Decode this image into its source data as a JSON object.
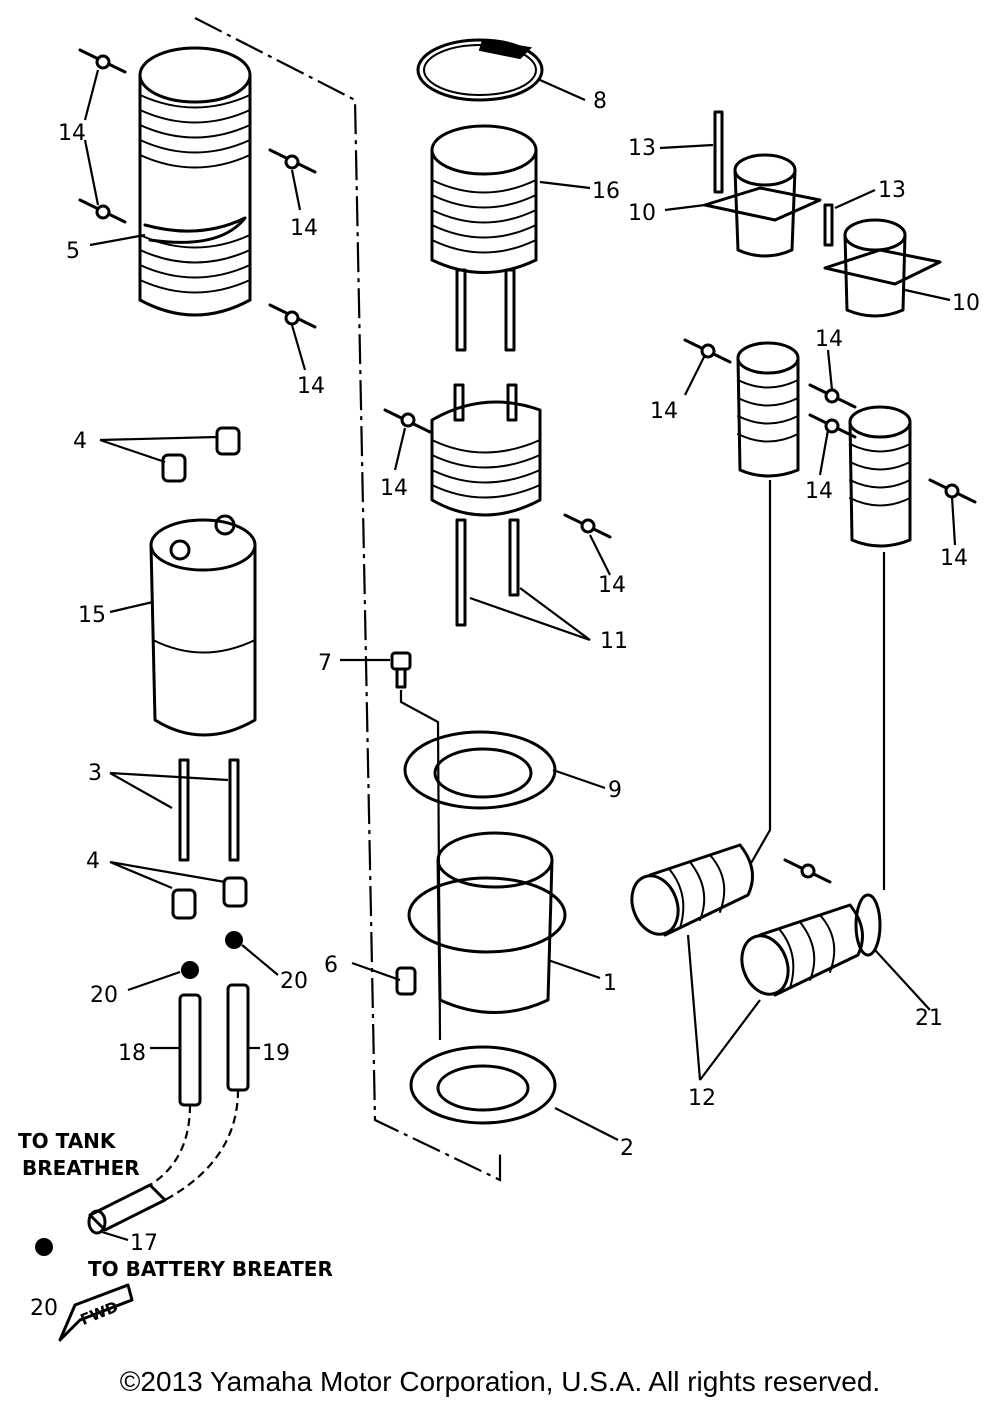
{
  "callouts": [
    {
      "id": "c1",
      "text": "14"
    },
    {
      "id": "c2",
      "text": "14"
    },
    {
      "id": "c3",
      "text": "5"
    },
    {
      "id": "c4",
      "text": "14"
    },
    {
      "id": "c5",
      "text": "4"
    },
    {
      "id": "c6",
      "text": "15"
    },
    {
      "id": "c7",
      "text": "3"
    },
    {
      "id": "c8",
      "text": "4"
    },
    {
      "id": "c9",
      "text": "20"
    },
    {
      "id": "c10",
      "text": "20"
    },
    {
      "id": "c11",
      "text": "18"
    },
    {
      "id": "c12",
      "text": "19"
    },
    {
      "id": "c13",
      "text": "17"
    },
    {
      "id": "c14",
      "text": "20"
    },
    {
      "id": "c15",
      "text": "8"
    },
    {
      "id": "c16",
      "text": "16"
    },
    {
      "id": "c17",
      "text": "14"
    },
    {
      "id": "c18",
      "text": "14"
    },
    {
      "id": "c19",
      "text": "11"
    },
    {
      "id": "c20",
      "text": "7"
    },
    {
      "id": "c21",
      "text": "9"
    },
    {
      "id": "c22",
      "text": "6"
    },
    {
      "id": "c23",
      "text": "1"
    },
    {
      "id": "c24",
      "text": "2"
    },
    {
      "id": "c25",
      "text": "13"
    },
    {
      "id": "c26",
      "text": "10"
    },
    {
      "id": "c27",
      "text": "13"
    },
    {
      "id": "c28",
      "text": "10"
    },
    {
      "id": "c29",
      "text": "14"
    },
    {
      "id": "c30",
      "text": "14"
    },
    {
      "id": "c31",
      "text": "14"
    },
    {
      "id": "c32",
      "text": "14"
    },
    {
      "id": "c33",
      "text": "12"
    },
    {
      "id": "c34",
      "text": "21"
    }
  ],
  "notes": {
    "tank_line1": "TO TANK",
    "tank_line2": "BREATHER",
    "battery": "TO BATTERY BREATER",
    "fwd": "FWD"
  },
  "copyright": "©2013 Yamaha Motor Corporation, U.S.A. All rights reserved."
}
